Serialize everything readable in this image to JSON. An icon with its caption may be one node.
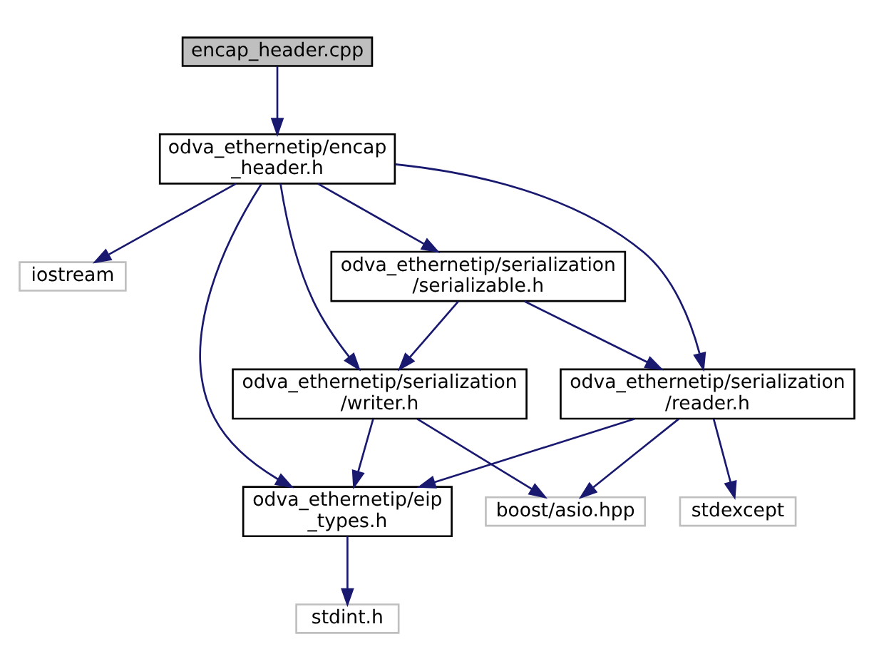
{
  "diagram": {
    "nodes": [
      {
        "text": [
          "encap_header.cpp"
        ]
      },
      {
        "text": [
          "odva_ethernetip/encap _header.h"
        ]
      },
      {
        "text": [
          "iostream"
        ]
      },
      {
        "text": [
          "odva_ethernetip/serialization /serializable.h"
        ]
      },
      {
        "text": [
          "odva_ethernetip/serialization /writer.h"
        ]
      },
      {
        "text": [
          "odva_ethernetip/serialization /reader.h"
        ]
      },
      {
        "text": [
          "odva_ethernetip/eip _types.h"
        ]
      },
      {
        "text": [
          "boost/asio.hpp"
        ]
      },
      {
        "text": [
          "stdexcept"
        ]
      },
      {
        "text": [
          "stdint.h"
        ]
      }
    ],
    "edges": [
      {
        "from": 0,
        "to": 1,
        "arrow": "to"
      },
      {
        "from": 1,
        "to": 2,
        "arrow": "to"
      },
      {
        "from": 1,
        "to": 6,
        "arrow": "to"
      },
      {
        "from": 1,
        "to": 4,
        "arrow": "to"
      },
      {
        "from": 1,
        "to": 3,
        "arrow": "to"
      },
      {
        "from": 1,
        "to": 5,
        "arrow": "to"
      },
      {
        "from": 3,
        "to": 4,
        "arrow": "to"
      },
      {
        "from": 3,
        "to": 5,
        "arrow": "to"
      },
      {
        "from": 4,
        "to": 6,
        "arrow": "to"
      },
      {
        "from": 4,
        "to": 7,
        "arrow": "to"
      },
      {
        "from": 5,
        "to": 6,
        "arrow": "to"
      },
      {
        "from": 5,
        "to": 7,
        "arrow": "to"
      },
      {
        "from": 5,
        "to": 8,
        "arrow": "to"
      },
      {
        "from": 6,
        "to": 9,
        "arrow": "to"
      }
    ]
  }
}
